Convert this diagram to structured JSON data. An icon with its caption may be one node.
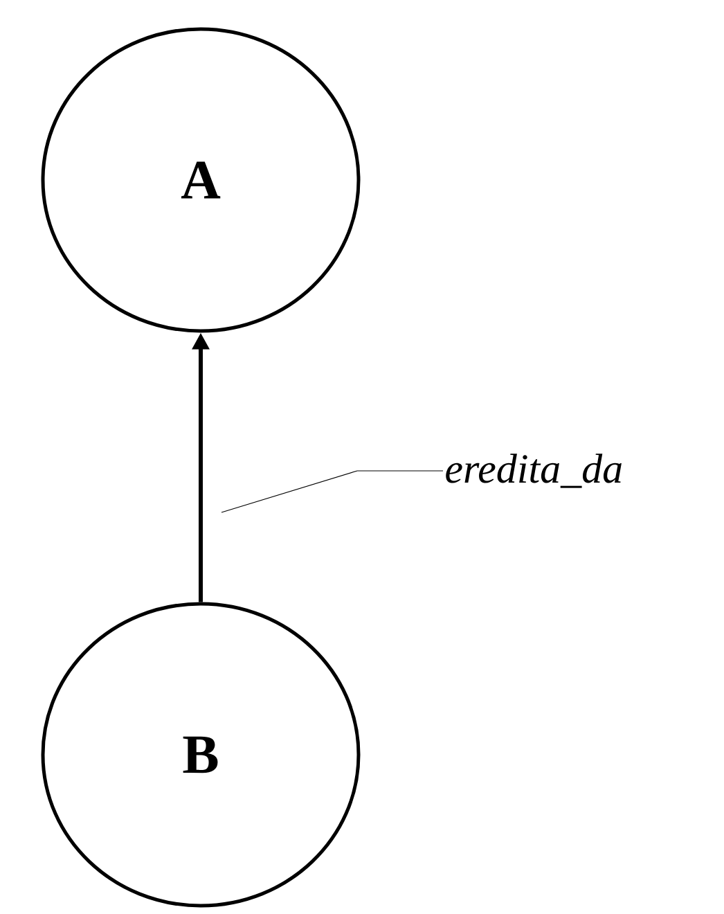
{
  "diagram": {
    "nodes": [
      {
        "text": [
          "A"
        ]
      },
      {
        "text": [
          "B"
        ]
      },
      {
        "text": [
          "eredita_da"
        ]
      }
    ],
    "edges": [
      {
        "from": 1,
        "to": 0,
        "arrow": "to",
        "style": "thick"
      },
      {
        "from": 2,
        "to": null,
        "arrow": "none"
      }
    ]
  }
}
